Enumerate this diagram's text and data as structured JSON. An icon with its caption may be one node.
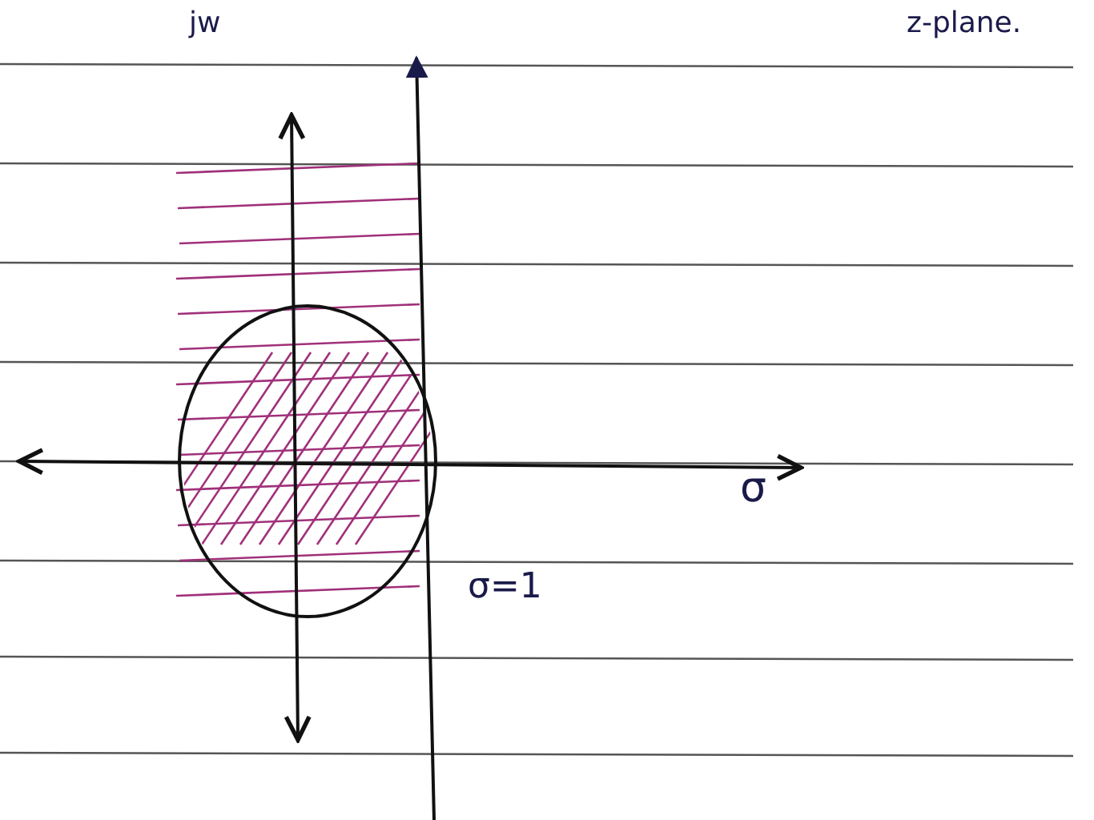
{
  "diagram": {
    "labels": [
      "jw",
      "z-plane.",
      "σ",
      "σ=1"
    ]
  }
}
